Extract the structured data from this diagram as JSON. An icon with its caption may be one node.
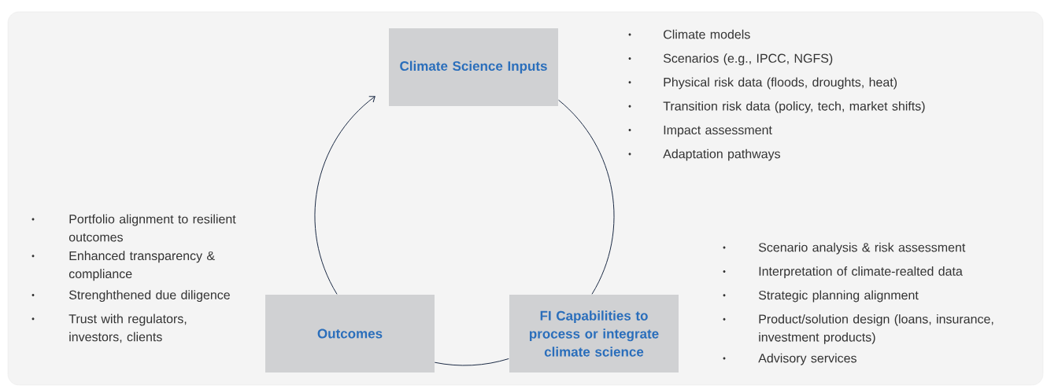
{
  "diagram": {
    "nodes": [
      {
        "text": [
          "Climate Science Inputs"
        ],
        "beside": [
          "Climate models",
          "Scenarios (e.g., IPCC, NGFS)",
          "Physical risk data (floods, droughts, heat)",
          "Transition risk data (policy, tech, market shifts)",
          "Impact assessment",
          "Adaptation pathways"
        ]
      },
      {
        "text": [
          "Outcomes"
        ],
        "beside": [
          "Portfolio alignment to resilient outcomes",
          "Enhanced transparency & compliance",
          "Strenghthened due diligence",
          "Trust with regulators, investors, clients"
        ]
      },
      {
        "text": [
          "FI Capabilities to process or integrate climate science"
        ],
        "beside": [
          "Scenario analysis & risk assessment",
          "Interpretation of climate-realted data",
          "Strategic planning alignment",
          "Product/solution design (loans, insurance, investment products)",
          "Advisory services"
        ]
      }
    ],
    "edges": [
      {
        "from": 0,
        "to": 2,
        "arrow": "none"
      },
      {
        "from": 2,
        "to": 1,
        "arrow": "none"
      },
      {
        "from": 1,
        "to": 0,
        "arrow": "to"
      }
    ]
  }
}
